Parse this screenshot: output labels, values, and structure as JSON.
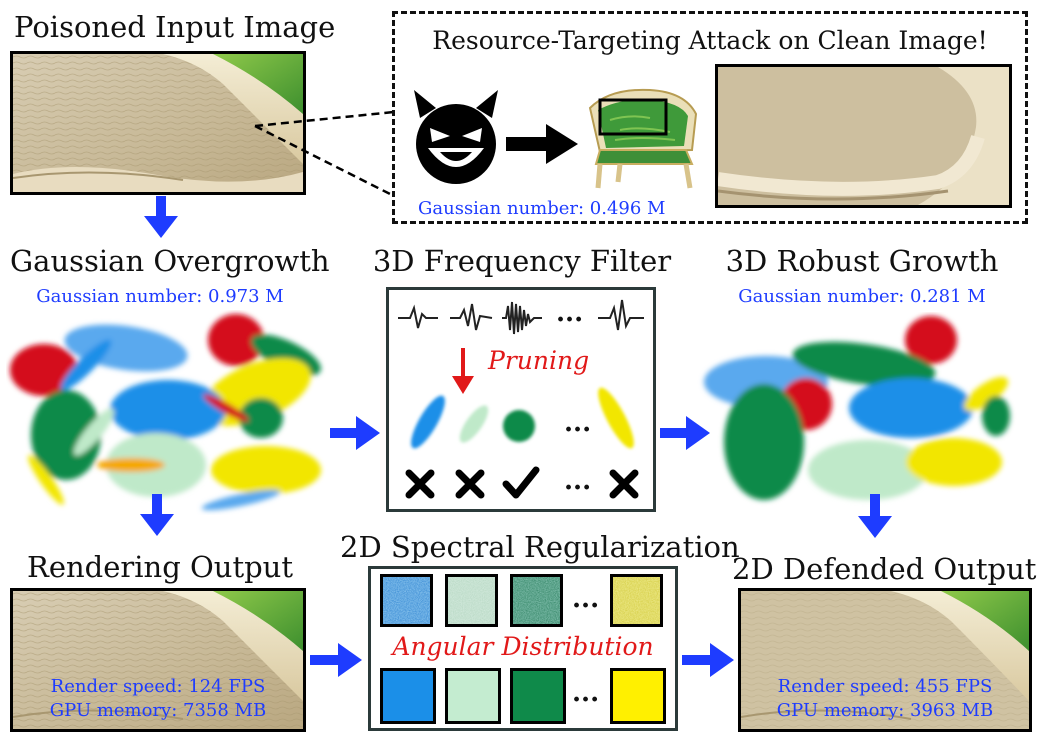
{
  "labels": {
    "poisoned_input": "Poisoned Input Image",
    "attack_title": "Resource-Targeting Attack on Clean Image!",
    "attack_gaussian": "Gaussian number: 0.496 M",
    "overgrowth_title": "Gaussian Overgrowth",
    "overgrowth_gaussian": "Gaussian number: 0.973 M",
    "freq_filter_title": "3D Frequency Filter",
    "pruning": "Pruning",
    "ellipsis": "...",
    "robust_title": "3D Robust Growth",
    "robust_gaussian": "Gaussian number: 0.281 M",
    "render_title": "Rendering Output",
    "render_speed": "Render speed: 124 FPS",
    "render_memory": "GPU memory: 7358 MB",
    "spectral_title": "2D Spectral Regularization",
    "angular": "Angular Distribution",
    "defended_title": "2D Defended Output",
    "defended_speed": "Render speed: 455 FPS",
    "defended_memory": "GPU memory: 3963 MB"
  },
  "filter_marks": [
    "x-mark",
    "x-mark",
    "check-mark",
    "x-mark"
  ],
  "colors": {
    "accent_blue": "#1e3cff",
    "pruning_red": "#e11919",
    "gaussian_red": "#d40f1a",
    "gaussian_green": "#0f8a4a",
    "gaussian_yellow": "#f2e600",
    "gaussian_light_blue": "#5aa9ee",
    "gaussian_bright_blue": "#1b8fe8",
    "gaussian_pale_green": "#bfe9c9",
    "gaussian_orange": "#f5a800"
  }
}
